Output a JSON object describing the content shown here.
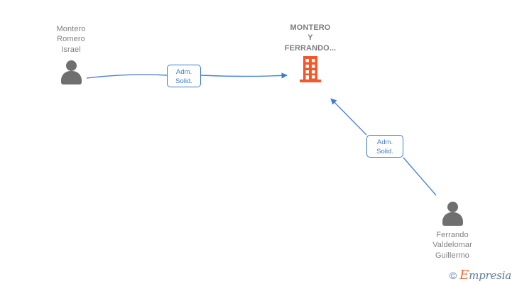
{
  "diagram": {
    "type": "company-relationship-graph",
    "background": "#ffffff",
    "colors": {
      "person": "#6f6f6f",
      "company": "#f4572a",
      "edge": "#3d7cc9",
      "label_text": "#808080"
    },
    "nodes": [
      {
        "id": "person-montero-romero-israel",
        "kind": "person",
        "icon": "person-icon",
        "label": "Montero\nRomero\nIsrael",
        "label_position": "above"
      },
      {
        "id": "company-montero-y-ferrando",
        "kind": "company",
        "icon": "building-icon",
        "label": "MONTERO\nY\nFERRANDO...",
        "label_position": "above"
      },
      {
        "id": "person-ferrando-valdelomar-guillermo",
        "kind": "person",
        "icon": "person-icon",
        "label": "Ferrando\nValdelomar\nGuillermo",
        "label_position": "below"
      }
    ],
    "edges": [
      {
        "id": "edge-israel-to-company",
        "from": "person-montero-romero-israel",
        "to": "company-montero-y-ferrando",
        "label_line1": "Adm.",
        "label_line2": "Solid.",
        "arrow": "to"
      },
      {
        "id": "edge-guillermo-to-company",
        "from": "person-ferrando-valdelomar-guillermo",
        "to": "company-montero-y-ferrando",
        "label_line1": "Adm.",
        "label_line2": "Solid.",
        "arrow": "to"
      }
    ]
  },
  "watermark": {
    "copyright": "©",
    "brand_initial": "E",
    "brand_rest": "mpresia"
  }
}
